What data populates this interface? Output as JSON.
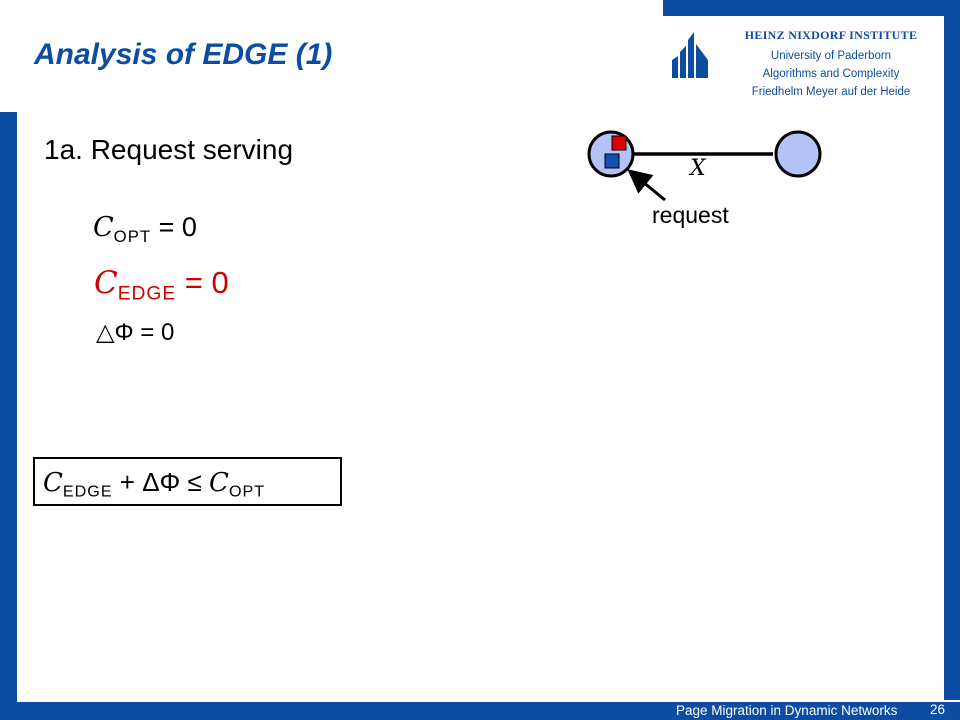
{
  "header": {
    "title": "Analysis of EDGE (1)",
    "institute": "HEINZ NIXDORF INSTITUTE",
    "lines": [
      "University of Paderborn",
      "Algorithms and Complexity",
      "Friedhelm Meyer auf der Heide"
    ]
  },
  "content": {
    "subtitle": "1a. Request serving",
    "eq1": {
      "symbol": "C",
      "sub": "OPT",
      "rel": " = 0"
    },
    "eq2": {
      "symbol": "C",
      "sub": "EDGE",
      "rel": " = 0"
    },
    "eq3": {
      "text": "△Φ = 0"
    },
    "boxed": {
      "c1": "C",
      "sub1": "EDGE",
      "mid": " + ΔΦ ≤ ",
      "c2": "C",
      "sub2": "OPT"
    }
  },
  "diagram": {
    "edge_label": "X",
    "request_label": "request",
    "node_color": "#b3c3f7",
    "page_red": "#dd0000",
    "page_blue": "#1150b0"
  },
  "footer": {
    "text": "Page Migration in Dynamic Networks",
    "page": "26"
  },
  "colors": {
    "brand": "#0c4da2",
    "highlight": "#cc0000"
  }
}
